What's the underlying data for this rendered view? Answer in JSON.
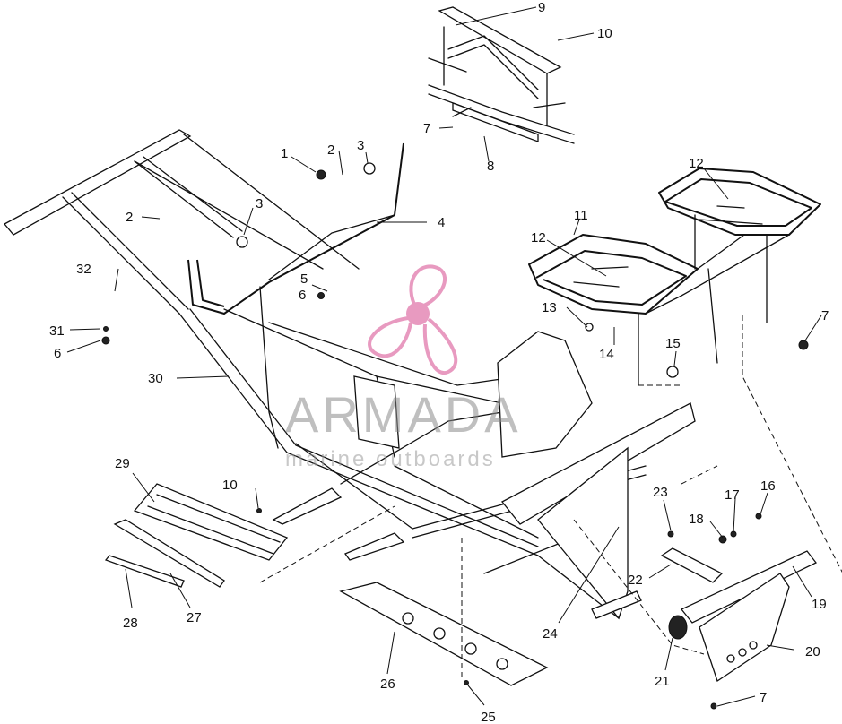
{
  "diagram": {
    "callouts": {
      "c1": "1",
      "c2a": "2",
      "c2b": "2",
      "c3a": "3",
      "c3b": "3",
      "c4": "4",
      "c5": "5",
      "c6a": "6",
      "c6b": "6",
      "c7a": "7",
      "c7b": "7",
      "c7c": "7",
      "c8": "8",
      "c9": "9",
      "c10a": "10",
      "c10b": "10",
      "c11": "11",
      "c12a": "12",
      "c12b": "12",
      "c13": "13",
      "c14": "14",
      "c15": "15",
      "c16": "16",
      "c17": "17",
      "c18": "18",
      "c19": "19",
      "c20": "20",
      "c21": "21",
      "c22": "22",
      "c23": "23",
      "c24": "24",
      "c25": "25",
      "c26": "26",
      "c27": "27",
      "c28": "28",
      "c29": "29",
      "c30": "30",
      "c31": "31",
      "c32": "32"
    }
  },
  "watermark": {
    "brand": "ARMADA",
    "tagline": "marine outboards",
    "colors": {
      "logo": "#e89ac0",
      "text": "#8a8a8a"
    }
  }
}
